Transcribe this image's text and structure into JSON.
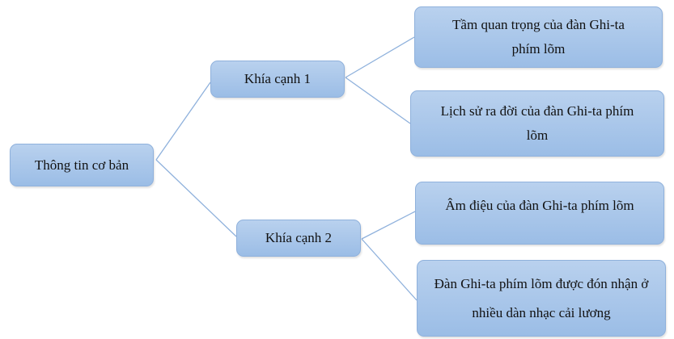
{
  "root": {
    "label": "Thông tin cơ bản"
  },
  "branches": [
    {
      "label": "Khía cạnh 1",
      "children": [
        {
          "label": "Tầm quan trọng của đàn Ghi-ta phím lõm"
        },
        {
          "label": "Lịch sử ra đời của đàn Ghi-ta phím lõm"
        }
      ]
    },
    {
      "label": "Khía cạnh 2",
      "children": [
        {
          "label": "Âm điệu của đàn Ghi-ta phím lõm"
        },
        {
          "label": "Đàn Ghi-ta phím lõm được đón nhận ở nhiều dàn nhạc cải lương"
        }
      ]
    }
  ],
  "colors": {
    "box": "#a9c7ec",
    "line": "#8fb1dc"
  }
}
